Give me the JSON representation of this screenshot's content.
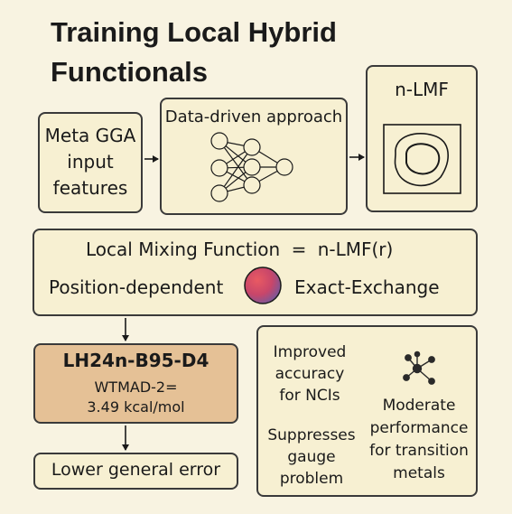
{
  "title": {
    "line1": "Training Local Hybrid",
    "line2": "Functionals"
  },
  "inputs": {
    "line1": "Meta GGA",
    "line2": "input",
    "line3": "features"
  },
  "approach": {
    "label": "Data-driven approach"
  },
  "output": {
    "label": "n-LMF"
  },
  "mixing": {
    "label": "Local Mixing Function",
    "eq": "=",
    "value": "n-LMF(r)",
    "left_label": "Position-dependent",
    "right_label": "Exact-Exchange"
  },
  "model": {
    "name": "LH24n-B95-D4",
    "metric_line1": "WTMAD-2=",
    "metric_line2": "3.49 kcal/mol"
  },
  "result": {
    "label": "Lower general error"
  },
  "benefits": {
    "item1_line1": "Improved",
    "item1_line2": "accuracy",
    "item1_line3": "for NCIs",
    "item2_line1": "Suppresses",
    "item2_line2": "gauge",
    "item2_line3": "problem",
    "item3_line1": "Moderate",
    "item3_line2": "performance",
    "item3_line3": "for transition",
    "item3_line4": "metals"
  },
  "colors": {
    "background": "#f8f3e1",
    "box_fill": "#f7f0d2",
    "model_fill": "#e5c196",
    "gradient_start": "#e04a52",
    "gradient_end": "#7a5a98"
  },
  "icons": [
    "neural-network-icon",
    "contour-map-icon",
    "gradient-sphere-icon",
    "molecule-icon"
  ]
}
